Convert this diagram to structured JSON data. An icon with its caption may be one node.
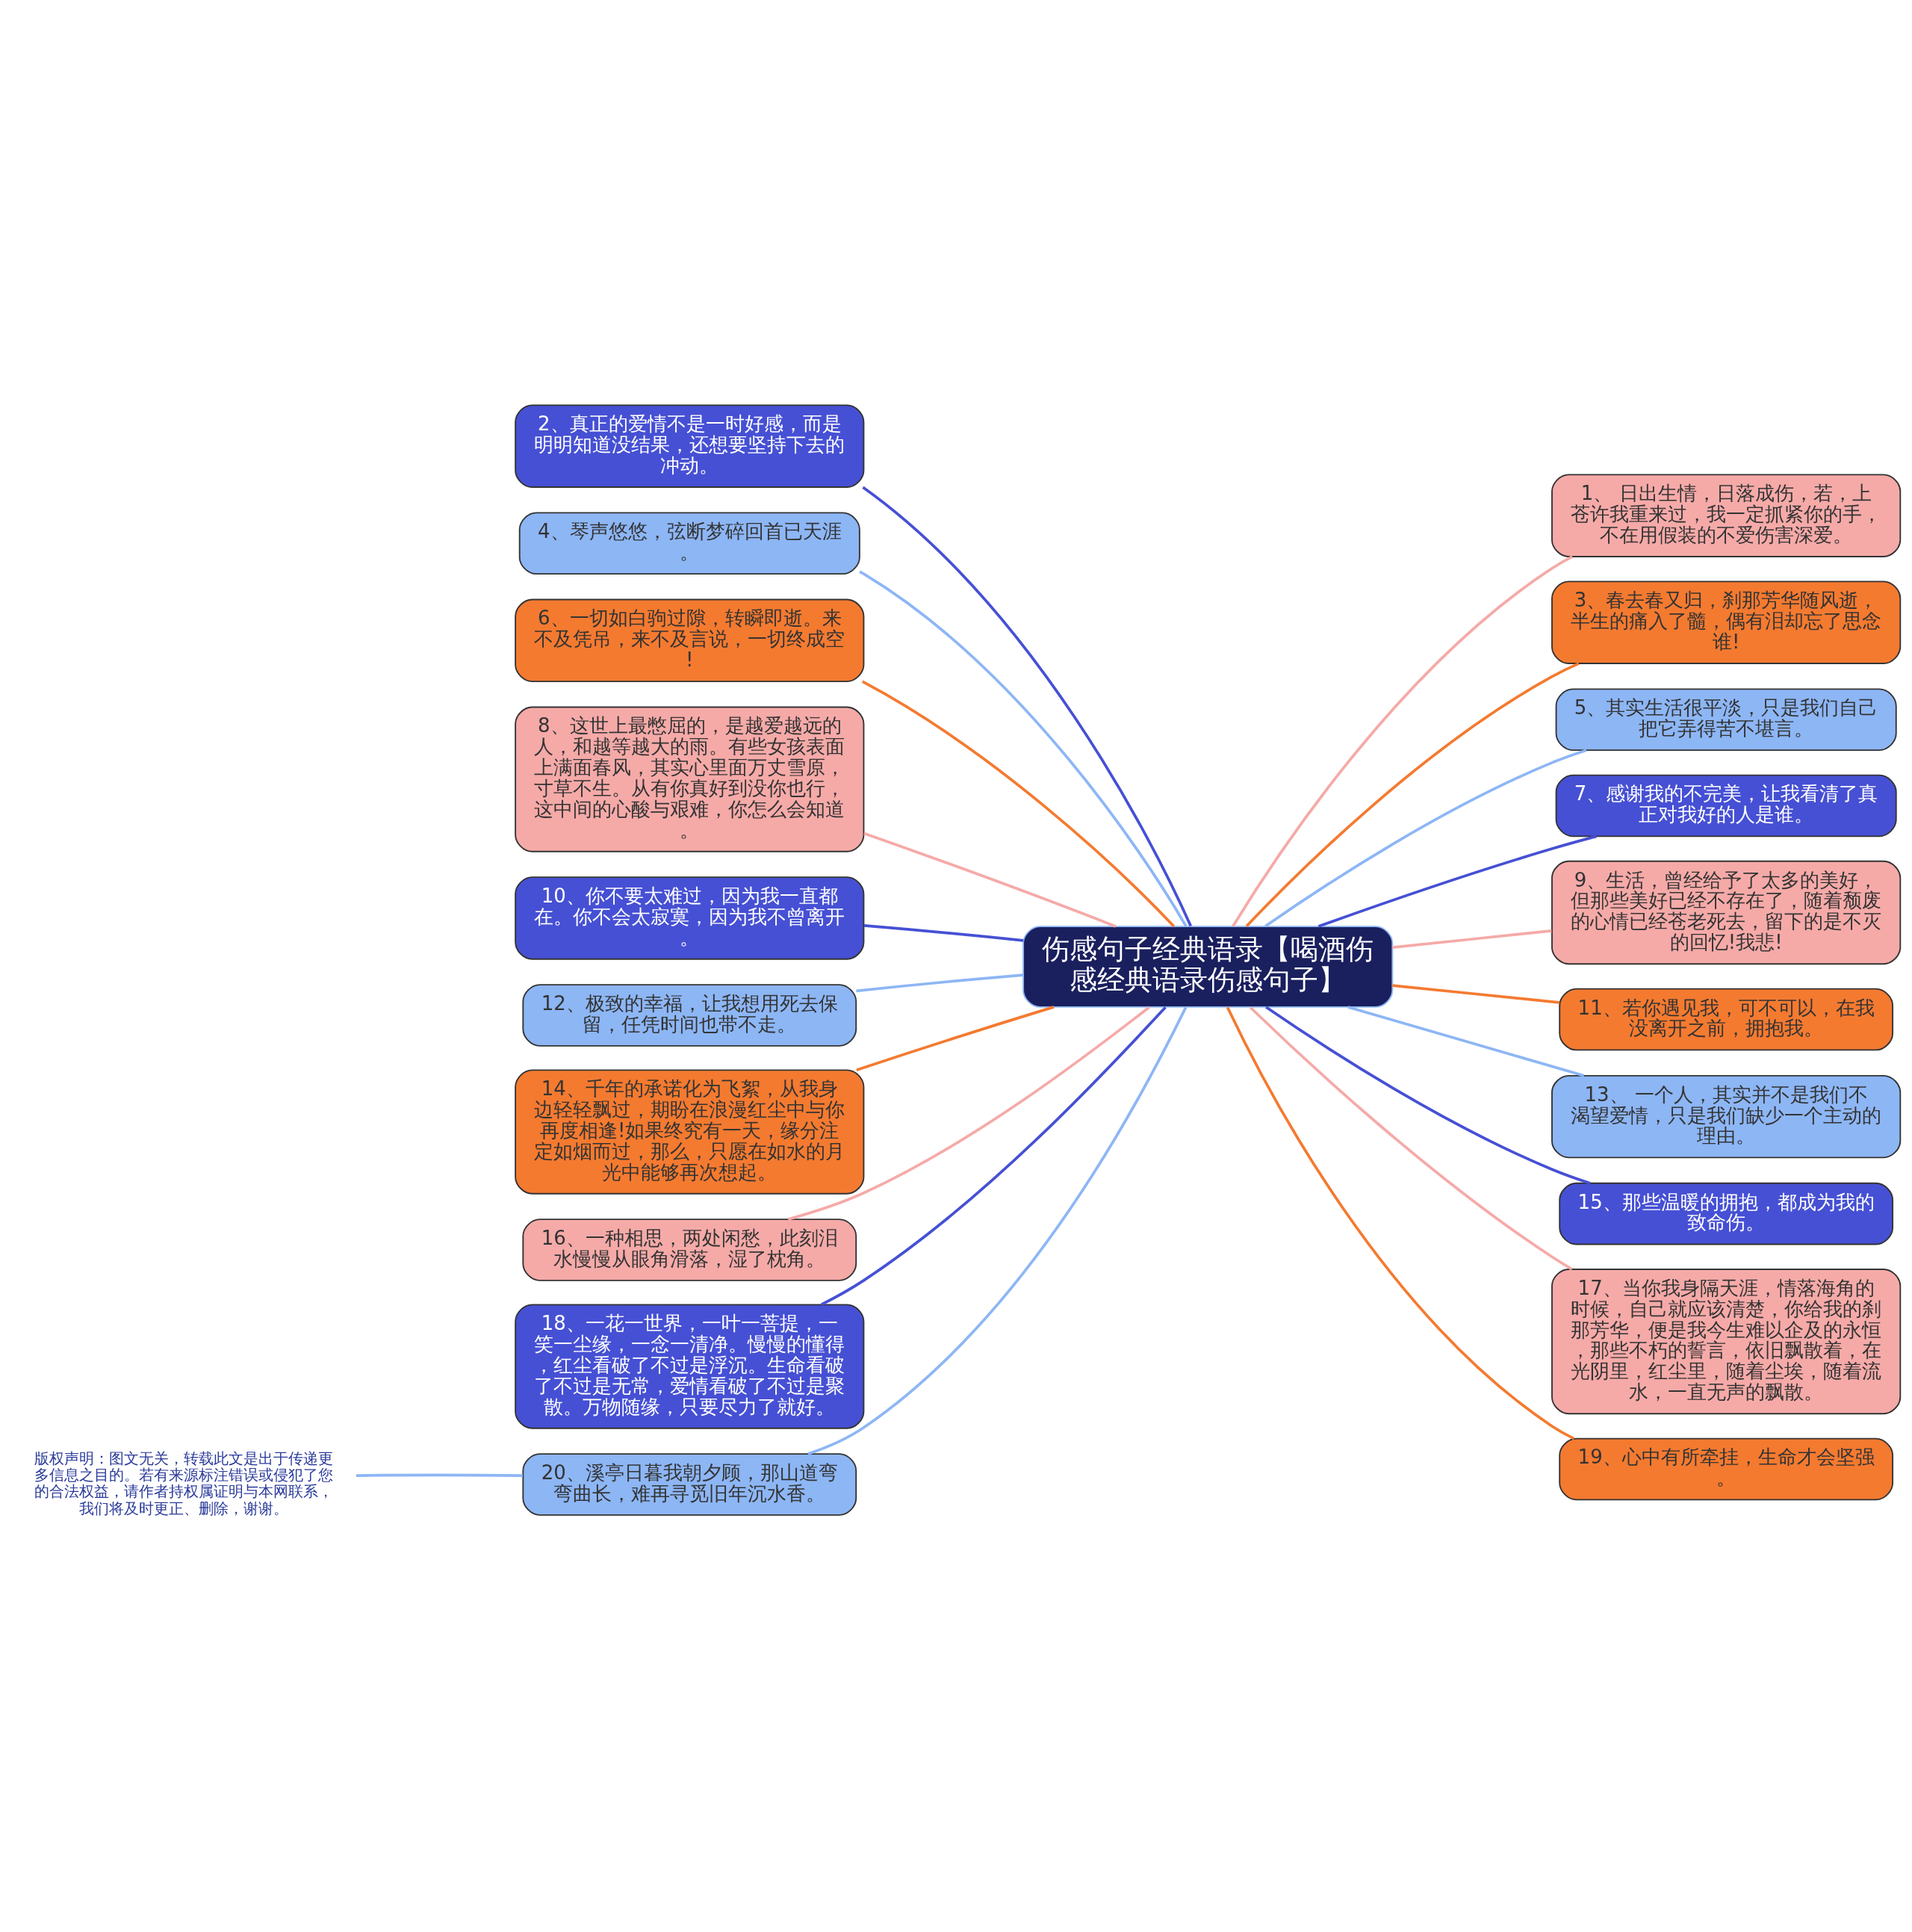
{
  "diagram": {
    "nodes": [
      {
        "text": [
          "伤感句子经典语录【喝酒伤感经典语录伤感句子】"
        ]
      },
      {
        "text": [
          "1、 日出生情，日落成伤，若，上苍许我重来过，我一定抓紧你的手，不在用假装的不爱伤害深爱。"
        ]
      },
      {
        "text": [
          "2、真正的爱情不是一时好感，而是明明知道没结果，还想要坚持下去的冲动。"
        ]
      },
      {
        "text": [
          "3、春去春又归，刹那芳华随风逝，半生的痛入了髓，偶有泪却忘了思念谁!"
        ]
      },
      {
        "text": [
          "4、琴声悠悠，弦断梦碎回首已天涯。"
        ]
      },
      {
        "text": [
          "5、其实生活很平淡，只是我们自己把它弄得苦不堪言。"
        ]
      },
      {
        "text": [
          "6、一切如白驹过隙，转瞬即逝。来不及凭吊，来不及言说，一切终成空!"
        ]
      },
      {
        "text": [
          "7、感谢我的不完美，让我看清了真正对我好的人是谁。"
        ]
      },
      {
        "text": [
          "8、这世上最憋屈的，是越爱越远的人，和越等越大的雨。有些女孩表面上满面春风，其实心里面万丈雪原，寸草不生。从有你真好到没你也行，这中间的心酸与艰难，你怎么会知道。"
        ]
      },
      {
        "text": [
          "9、生活，曾经给予了太多的美好，但那些美好已经不存在了，随着颓废的心情已经苍老死去，留下的是不灭的回忆!我悲!"
        ]
      },
      {
        "text": [
          "10、你不要太难过，因为我一直都在。你不会太寂寞，因为我不曾离开。"
        ]
      },
      {
        "text": [
          "11、若你遇见我，可不可以，在我没离开之前，拥抱我。"
        ]
      },
      {
        "text": [
          "12、极致的幸福，让我想用死去保留，任凭时间也带不走。"
        ]
      },
      {
        "text": [
          "13、 一个人，其实并不是我们不渴望爱情，只是我们缺少一个主动的理由。"
        ]
      },
      {
        "text": [
          "14、千年的承诺化为飞絮，从我身边轻轻飘过，期盼在浪漫红尘中与你再度相逢!如果终究有一天，缘分注定如烟而过，那么，只愿在如水的月光中能够再次想起。"
        ]
      },
      {
        "text": [
          "15、那些温暖的拥抱，都成为我的致命伤。"
        ]
      },
      {
        "text": [
          "16、一种相思，两处闲愁，此刻泪水慢慢从眼角滑落，湿了枕角。"
        ]
      },
      {
        "text": [
          "17、当你我身隔天涯，情落海角的时候，自己就应该清楚，你给我的刹那芳华，便是我今生难以企及的永恒，那些不朽的誓言，依旧飘散着，在光阴里，红尘里，随着尘埃，随着流水，一直无声的飘散。"
        ]
      },
      {
        "text": [
          "18、一花一世界，一叶一菩提，一笑一尘缘，一念一清净。慢慢的懂得，红尘看破了不过是浮沉。生命看破了不过是无常，爱情看破了不过是聚散。万物随缘，只要尽力了就好。"
        ]
      },
      {
        "text": [
          "19、心中有所牵挂，生命才会坚强。"
        ]
      },
      {
        "text": [
          "20、溪亭日暮我朝夕顾，那山道弯弯曲长，难再寻觅旧年沉水香。"
        ]
      },
      {
        "text": [
          "版权声明：图文无关，转载此文是出于传递更多信息之目的。若有来源标注错误或侵犯了您的合法权益，请作者持权属证明与本网联系，我们将及时更正、删除，谢谢。"
        ]
      }
    ],
    "edges": [
      {
        "from": 0,
        "to": 1,
        "arrow": "none",
        "color": "#f5aaa8"
      },
      {
        "from": 0,
        "to": 2,
        "arrow": "none",
        "color": "#4650d4"
      },
      {
        "from": 0,
        "to": 3,
        "arrow": "none",
        "color": "#f47a30"
      },
      {
        "from": 0,
        "to": 4,
        "arrow": "none",
        "color": "#8db6f5"
      },
      {
        "from": 0,
        "to": 5,
        "arrow": "none",
        "color": "#8db6f5"
      },
      {
        "from": 0,
        "to": 6,
        "arrow": "none",
        "color": "#f47a30"
      },
      {
        "from": 0,
        "to": 7,
        "arrow": "none",
        "color": "#4650d4"
      },
      {
        "from": 0,
        "to": 8,
        "arrow": "none",
        "color": "#f5aaa8"
      },
      {
        "from": 0,
        "to": 9,
        "arrow": "none",
        "color": "#f5aaa8"
      },
      {
        "from": 0,
        "to": 10,
        "arrow": "none",
        "color": "#4650d4"
      },
      {
        "from": 0,
        "to": 11,
        "arrow": "none",
        "color": "#f47a30"
      },
      {
        "from": 0,
        "to": 12,
        "arrow": "none",
        "color": "#8db6f5"
      },
      {
        "from": 0,
        "to": 13,
        "arrow": "none",
        "color": "#8db6f5"
      },
      {
        "from": 0,
        "to": 14,
        "arrow": "none",
        "color": "#f47a30"
      },
      {
        "from": 0,
        "to": 15,
        "arrow": "none",
        "color": "#4650d4"
      },
      {
        "from": 0,
        "to": 16,
        "arrow": "none",
        "color": "#f5aaa8"
      },
      {
        "from": 0,
        "to": 17,
        "arrow": "none",
        "color": "#f5aaa8"
      },
      {
        "from": 0,
        "to": 18,
        "arrow": "none",
        "color": "#4650d4"
      },
      {
        "from": 0,
        "to": 19,
        "arrow": "none",
        "color": "#f47a30"
      },
      {
        "from": 0,
        "to": 20,
        "arrow": "none",
        "color": "#8db6f5"
      },
      {
        "from": 20,
        "to": 21,
        "arrow": "none",
        "color": "#8db6f5"
      }
    ]
  }
}
